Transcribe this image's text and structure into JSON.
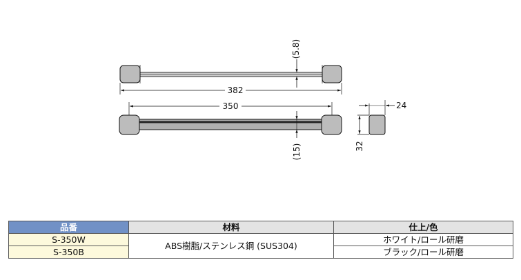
{
  "drawing": {
    "dim_overall": "382",
    "dim_inner": "350",
    "dim_diameter": "(5.8)",
    "dim_bar_height": "(15)",
    "dim_end_width": "24",
    "dim_end_height": "32"
  },
  "table": {
    "headers": {
      "code": "品番",
      "material": "材料",
      "finish": "仕上/色"
    },
    "material": "ABS樹脂/ステンレス鋼 (SUS304)",
    "rows": [
      {
        "code": "S-350W",
        "finish": "ホワイト/ロール研磨"
      },
      {
        "code": "S-350B",
        "finish": "ブラック/ロール研磨"
      }
    ]
  },
  "colors": {
    "header_accent": "#7191c6",
    "header_gray": "#e3e3e3",
    "code_cell": "#fdf9dc",
    "endcap_fill": "#bcbcbc",
    "bar_dark": "#222222"
  }
}
